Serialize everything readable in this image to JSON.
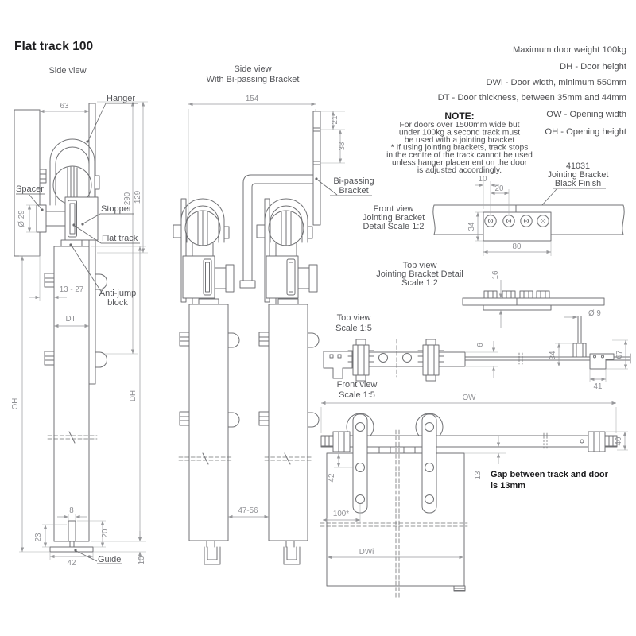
{
  "title": "Flat track 100",
  "colors": {
    "line": "#707174",
    "dim": "#97989b",
    "text": "#4e4f52",
    "dark": "#1d1d1f"
  },
  "specs": [
    "Maximum door weight  100kg",
    "DH - Door height",
    "DWi - Door width, minimum 550mm",
    "DT - Door thickness, between 35mm and 44mm",
    "OW - Opening width",
    "OH - Opening height"
  ],
  "note": {
    "heading": "NOTE:",
    "lines": [
      "For doors over 1500mm wide but",
      "under 100kg a second track must",
      "be used with a jointing bracket",
      "* If using jointing brackets, track stops",
      "in the centre of the track cannot be used",
      "unless hanger placement on the door",
      "is adjusted accordingly."
    ]
  },
  "part_label": {
    "code": "41031",
    "name": "Jointing Bracket",
    "finish": "Black Finish"
  },
  "side_view": {
    "label": "Side view",
    "callouts": {
      "hanger": "Hanger",
      "spacer": "Spacer",
      "stopper": "Stopper",
      "flat_track": "Flat track",
      "anti_jump_line1": "Anti-jump",
      "anti_jump_line2": "block",
      "guide": "Guide"
    },
    "dims": {
      "w63": "63",
      "h290": "290",
      "h129": "129",
      "dia29": "Ø 29",
      "wall_gap": "13 - 27",
      "dt": "DT",
      "dh": "DH",
      "oh": "OH",
      "w8": "8",
      "h23": "23",
      "h20": "20",
      "w42": "42",
      "h10": "10"
    }
  },
  "bipass_view": {
    "label_line1": "Side view",
    "label_line2": "With Bi-passing Bracket",
    "callout_line1": "Bi-passing",
    "callout_line2": "Bracket",
    "dims": {
      "w154": "154",
      "h21": "21",
      "h38": "38",
      "door_gap": "47-56"
    }
  },
  "jb_front": {
    "label_line1": "Front view",
    "label_line2": "Jointing Bracket",
    "label_line3": "Detail Scale 1:2",
    "dims": {
      "d10": "10",
      "d20": "20",
      "d34": "34",
      "d80": "80"
    }
  },
  "jb_top": {
    "label_line1": "Top view",
    "label_line2": "Jointing Bracket Detail",
    "label_line3": "Scale 1:2",
    "dims": {
      "d16": "16"
    }
  },
  "top_view": {
    "label_line1": "Top view",
    "label_line2": "Scale 1:5",
    "dims": {
      "dia9": "Ø 9",
      "d6": "6",
      "d34": "34",
      "d67": "67",
      "d41": "41"
    }
  },
  "front_view": {
    "label_line1": "Front view",
    "label_line2": "Scale 1:5",
    "dims": {
      "ow": "OW",
      "d40": "40",
      "d42": "42",
      "d13": "13",
      "d100": "100*",
      "dwi": "DWi"
    },
    "gap_note_line1": "Gap between track and door",
    "gap_note_line2": "is 13mm"
  }
}
